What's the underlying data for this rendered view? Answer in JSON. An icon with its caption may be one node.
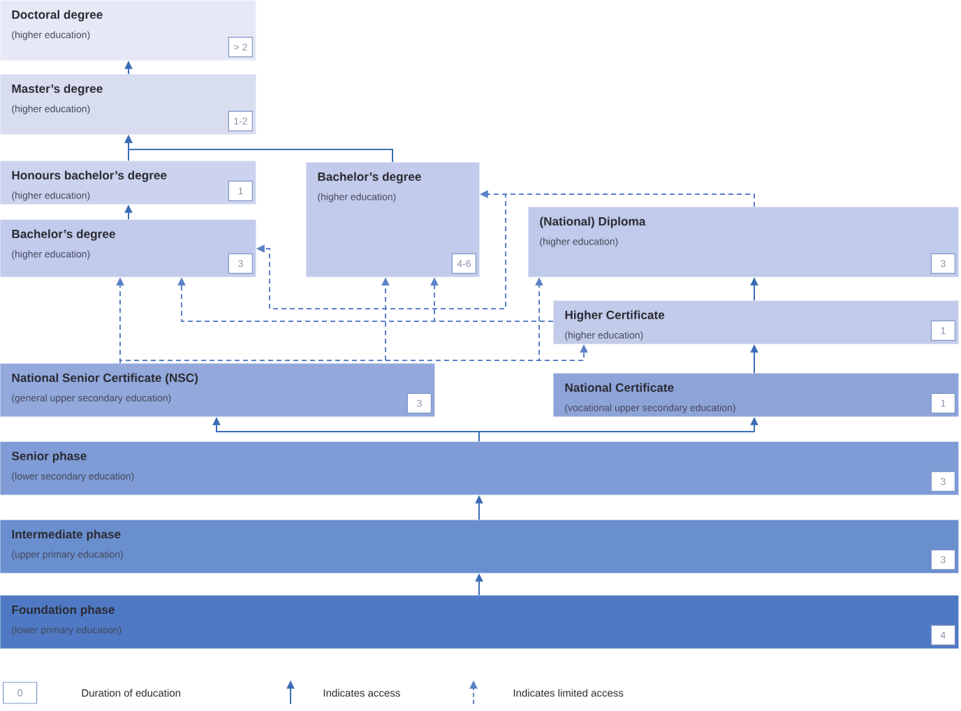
{
  "diagram": {
    "nodes": [
      {
        "text": [
          "Doctoral degree",
          "(higher education)",
          "> 2"
        ]
      },
      {
        "text": [
          "Master’s degree",
          "(higher education)",
          "1-2"
        ]
      },
      {
        "text": [
          "Honours bachelor’s degree",
          "(higher education)",
          "1"
        ]
      },
      {
        "text": [
          "Bachelor’s degree",
          "(higher education)",
          "3"
        ]
      },
      {
        "text": [
          "Bachelor’s degree",
          "(higher education)",
          "4-6"
        ]
      },
      {
        "text": [
          "(National) Diploma",
          "(higher education)",
          "3"
        ]
      },
      {
        "text": [
          "Higher Certificate",
          "(higher education)",
          "1"
        ]
      },
      {
        "text": [
          "National Senior Certificate (NSC)",
          "(general upper secondary education)",
          "3"
        ]
      },
      {
        "text": [
          "National Certificate",
          "(vocational upper secondary education)",
          "1"
        ]
      },
      {
        "text": [
          "Senior phase",
          "(lower secondary education)",
          "3"
        ]
      },
      {
        "text": [
          "Intermediate phase",
          "(upper primary education)",
          "3"
        ]
      },
      {
        "text": [
          "Foundation phase",
          "(lower primary education)",
          "4"
        ]
      }
    ],
    "edges": [
      {
        "from": 1,
        "to": 0,
        "arrow": "to"
      },
      {
        "from": 2,
        "to": 1,
        "arrow": "to"
      },
      {
        "from": 4,
        "to": 1,
        "arrow": "to"
      },
      {
        "from": 3,
        "to": 2,
        "arrow": "to"
      },
      {
        "from": 5,
        "to": 4,
        "arrow": "to",
        "style": "dashed"
      },
      {
        "from": 5,
        "to": 3,
        "arrow": "to",
        "style": "dashed"
      },
      {
        "from": 6,
        "to": 3,
        "arrow": "to",
        "style": "dashed"
      },
      {
        "from": 6,
        "to": 4,
        "arrow": "to",
        "style": "dashed"
      },
      {
        "from": 7,
        "to": 3,
        "arrow": "to",
        "style": "dashed"
      },
      {
        "from": 7,
        "to": 4,
        "arrow": "to",
        "style": "dashed"
      },
      {
        "from": 7,
        "to": 5,
        "arrow": "to",
        "style": "dashed"
      },
      {
        "from": 7,
        "to": 6,
        "arrow": "to",
        "style": "dashed"
      },
      {
        "from": 8,
        "to": 6,
        "arrow": "to"
      },
      {
        "from": 6,
        "to": 5,
        "arrow": "to"
      },
      {
        "from": 9,
        "to": 7,
        "arrow": "to"
      },
      {
        "from": 9,
        "to": 8,
        "arrow": "to"
      },
      {
        "from": 10,
        "to": 9,
        "arrow": "to"
      },
      {
        "from": 11,
        "to": 10,
        "arrow": "to"
      }
    ],
    "labels": [
      "0"
    ],
    "legend": [
      {
        "text": "Duration of education"
      },
      {
        "text": "Indicates access"
      },
      {
        "text": "Indicates limited access"
      }
    ]
  }
}
